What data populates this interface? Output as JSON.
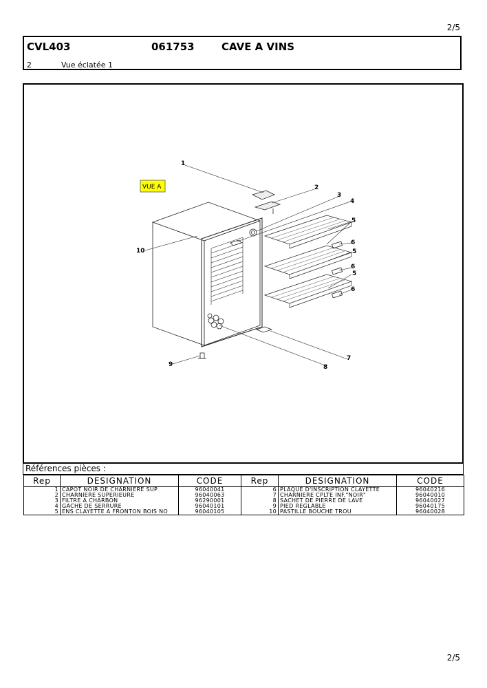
{
  "page": {
    "number": "2/5"
  },
  "header": {
    "model": "CVL403",
    "code": "061753",
    "product_name": "CAVE A VINS",
    "section_number": "2",
    "section_title": "Vue éclatée 1"
  },
  "drawing": {
    "view_label": "VUE A",
    "callouts": [
      "1",
      "2",
      "3",
      "4",
      "5",
      "6",
      "5",
      "6",
      "5",
      "6",
      "7",
      "8",
      "9",
      "10"
    ]
  },
  "parts": {
    "caption": "Références pièces  :",
    "headers": {
      "rep": "Rep",
      "designation": "DESIGNATION",
      "code": "CODE"
    },
    "rows": [
      {
        "rep1": "1",
        "des1": "CAPOT NOIR DE CHARNIERE SUP",
        "code1": "96040041",
        "rep2": "6",
        "des2": "PLAQUE D'INSCRIPTION CLAYETTE",
        "code2": "96040216"
      },
      {
        "rep1": "2",
        "des1": "CHARNIERE SUPERIEURE",
        "code1": "96040063",
        "rep2": "7",
        "des2": "CHARNIERE CPLTE INF.\"NOIR\"",
        "code2": "96040010"
      },
      {
        "rep1": "3",
        "des1": "FILTRE A CHARBON",
        "code1": "96290001",
        "rep2": "8",
        "des2": "SACHET DE PIERRE DE LAVE",
        "code2": "96040027"
      },
      {
        "rep1": "4",
        "des1": "GACHE DE SERRURE",
        "code1": "96040101",
        "rep2": "9",
        "des2": "PIED REGLABLE",
        "code2": "96040175"
      },
      {
        "rep1": "5",
        "des1": "ENS CLAYETTE A FRONTON BOIS NO",
        "code1": "96040105",
        "rep2": "10",
        "des2": "PASTILLE BOUCHE TROU",
        "code2": "96040028"
      }
    ]
  }
}
